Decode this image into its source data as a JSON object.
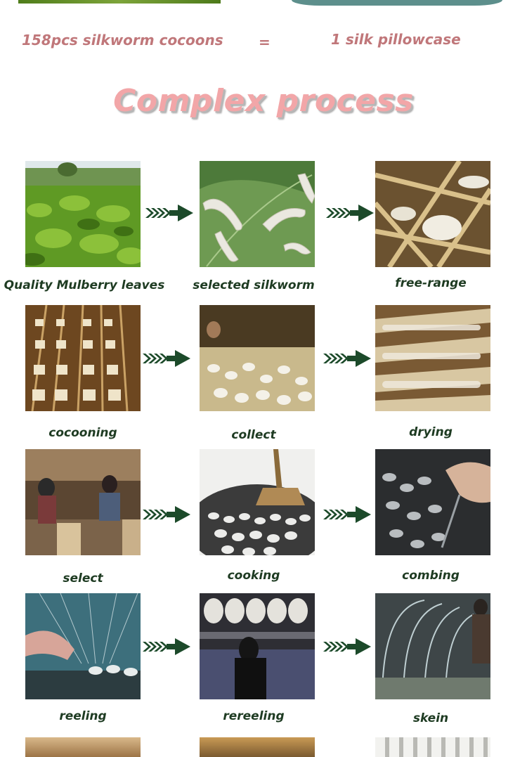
{
  "equation": {
    "left": "158pcs silkworm cocoons",
    "equals": "=",
    "right": "1 silk pillowcase"
  },
  "title": "Complex process",
  "steps": [
    {
      "label": "Quality Mulberry leaves"
    },
    {
      "label": "selected silkworm"
    },
    {
      "label": "free-range"
    },
    {
      "label": "cocooning"
    },
    {
      "label": "collect"
    },
    {
      "label": "drying"
    },
    {
      "label": "select"
    },
    {
      "label": "cooking"
    },
    {
      "label": "combing"
    },
    {
      "label": "reeling"
    },
    {
      "label": "rereeling"
    },
    {
      "label": "skein"
    }
  ],
  "colors": {
    "equation_text": "#c0777a",
    "title_text": "#f2a6a8",
    "caption_text": "#1e3b22",
    "arrow": "#1c4a2a"
  }
}
